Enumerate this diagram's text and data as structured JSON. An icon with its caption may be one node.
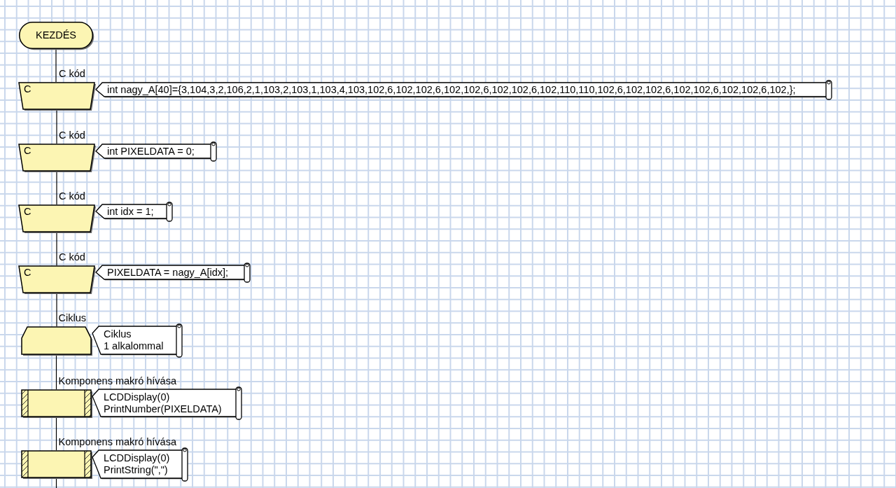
{
  "diagram": {
    "nodes": [
      {
        "text": [
          "KEZDÉS"
        ]
      },
      {
        "text": [
          "C kód",
          "C"
        ]
      },
      {
        "text": [
          "int nagy_A[40]={3,104,3,2,106,2,1,103,2,103,1,103,4,103,102,6,102,102,6,102,102,6,102,102,6,102,110,110,102,6,102,102,6,102,102,6,102,102,6,102,};"
        ]
      },
      {
        "text": [
          "C kód",
          "C"
        ]
      },
      {
        "text": [
          "int PIXELDATA = 0;"
        ]
      },
      {
        "text": [
          "C kód",
          "C"
        ]
      },
      {
        "text": [
          "int idx = 1;"
        ]
      },
      {
        "text": [
          "C kód",
          "C"
        ]
      },
      {
        "text": [
          "PIXELDATA = nagy_A[idx];"
        ]
      },
      {
        "text": [
          "Ciklus"
        ]
      },
      {
        "text": [
          "Ciklus",
          "1 alkalommal"
        ]
      },
      {
        "text": [
          "Komponens makró hívása"
        ]
      },
      {
        "text": [
          "LCDDisplay(0)",
          "PrintNumber(PIXELDATA)"
        ]
      },
      {
        "text": [
          "Komponens makró hívása"
        ]
      },
      {
        "text": [
          "LCDDisplay(0)",
          "PrintString(\",\")"
        ]
      }
    ],
    "edges": [
      {
        "from": 0,
        "to": 1,
        "arrow": "none"
      },
      {
        "from": 1,
        "to": 3,
        "arrow": "none"
      },
      {
        "from": 3,
        "to": 5,
        "arrow": "none"
      },
      {
        "from": 5,
        "to": 7,
        "arrow": "none"
      },
      {
        "from": 7,
        "to": 9,
        "arrow": "none"
      },
      {
        "from": 9,
        "to": 11,
        "arrow": "none"
      },
      {
        "from": 11,
        "to": 13,
        "arrow": "none"
      },
      {
        "from": 13,
        "to": null,
        "arrow": "none"
      }
    ]
  }
}
